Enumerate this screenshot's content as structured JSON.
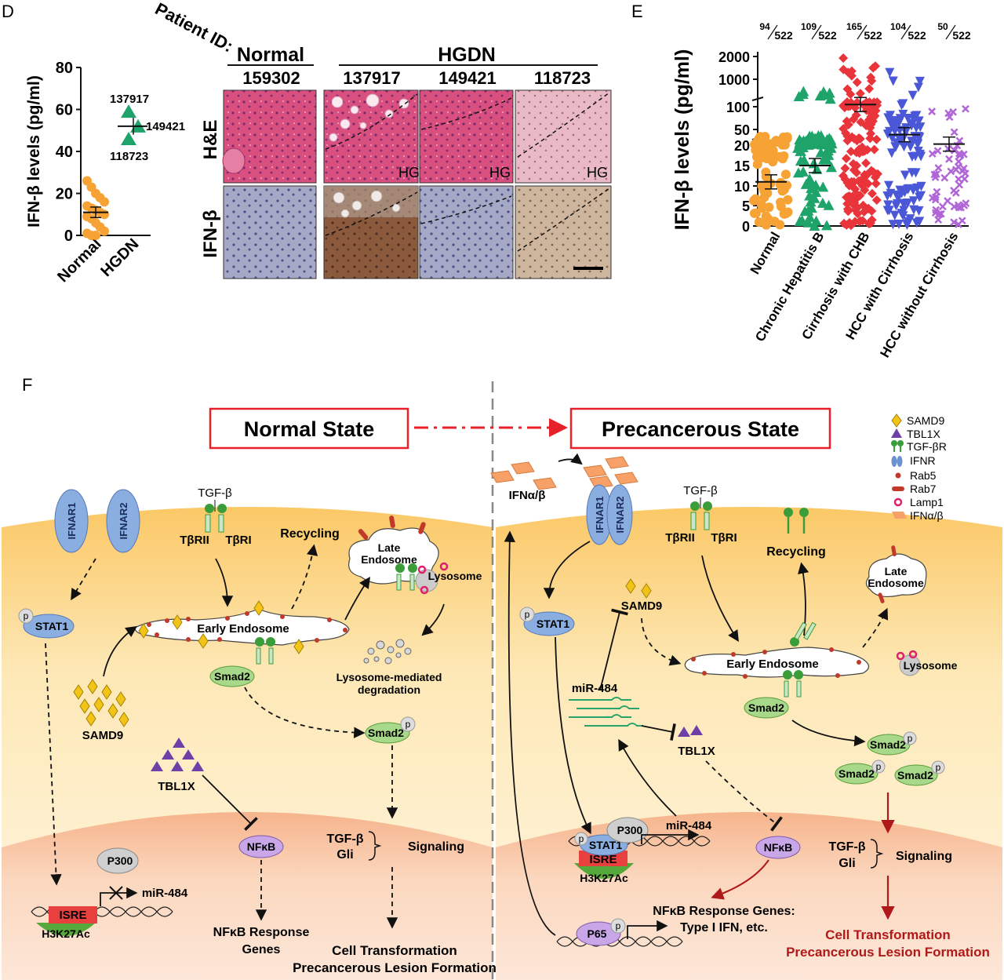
{
  "panel_d": {
    "label": "D",
    "chart_data": {
      "type": "scatter",
      "title": "",
      "xlabel": "",
      "ylabel": "IFN-β levels (pg/ml)",
      "ylim": [
        0,
        80
      ],
      "yticks": [
        0,
        20,
        40,
        60,
        80
      ],
      "categories": [
        "Normal",
        "HGDN"
      ],
      "series": [
        {
          "category": "Normal",
          "color": "#f7a234",
          "marker": "circle",
          "values": [
            26,
            23,
            20,
            18,
            16,
            14,
            13,
            12,
            11,
            10,
            9,
            8,
            6,
            4,
            2,
            1,
            0,
            0
          ],
          "mean": 11,
          "sem": 2.5
        },
        {
          "category": "HGDN",
          "color": "#1ea36a",
          "marker": "triangle",
          "values": [
            59,
            52,
            46
          ],
          "point_labels": [
            "137917",
            "149421",
            "118723"
          ],
          "mean": 52,
          "sem": 4
        }
      ]
    }
  },
  "histology": {
    "corner_label": "Patient ID:",
    "group_normal": "Normal",
    "group_hgdn": "HGDN",
    "patient_ids": [
      "159302",
      "137917",
      "149421",
      "118723"
    ],
    "row_labels": [
      "H&E",
      "IFN-β"
    ],
    "region_label": "HG",
    "colors": {
      "he": "#d4507e",
      "he_light": "#e8b8c3",
      "ihc_blue": "#8a8fb5",
      "ihc_brown": "#8a5a3a",
      "ihc_tan": "#c4ab94"
    }
  },
  "panel_e": {
    "label": "E",
    "chart_data": {
      "type": "scatter",
      "title": "",
      "xlabel": "",
      "ylabel": "IFN-β levels (pg/ml)",
      "y_scale": "segmented",
      "ytick_labels": [
        "0",
        "5",
        "10",
        "15",
        "20",
        "50",
        "100",
        "1000",
        "2000"
      ],
      "categories": [
        "Normal",
        "Chronic Hepatitis B",
        "Cirrhosis with CHB",
        "HCC with Cirrhosis",
        "HCC without Cirrhosis"
      ],
      "fractions": [
        {
          "numerator": "94",
          "denominator": "522"
        },
        {
          "numerator": "109",
          "denominator": "522"
        },
        {
          "numerator": "165",
          "denominator": "522"
        },
        {
          "numerator": "104",
          "denominator": "522"
        },
        {
          "numerator": "50",
          "denominator": "522"
        }
      ],
      "series": [
        {
          "name": "Normal",
          "color": "#f7a234",
          "marker": "circle",
          "mean": 11
        },
        {
          "name": "Chronic Hepatitis B",
          "color": "#1ea36a",
          "marker": "triangle",
          "mean": 15
        },
        {
          "name": "Cirrhosis with CHB",
          "color": "#e8343a",
          "marker": "diamond",
          "mean": 120
        },
        {
          "name": "HCC with Cirrhosis",
          "color": "#4a57d6",
          "marker": "triangle-down",
          "mean": 40
        },
        {
          "name": "HCC without Cirrhosis",
          "color": "#b066d6",
          "marker": "x",
          "mean": 22
        }
      ]
    }
  },
  "panel_f": {
    "label": "F",
    "normal_title": "Normal State",
    "precancer_title": "Precancerous State",
    "legend": [
      {
        "label": "SAMD9",
        "icon": "yellow-diamond-icon"
      },
      {
        "label": "TBL1X",
        "icon": "purple-triangle-icon"
      },
      {
        "label": "TGF-βR",
        "icon": "tgf-receptor-icon"
      },
      {
        "label": "IFNR",
        "icon": "ifn-receptor-icon"
      },
      {
        "label": "Rab5",
        "icon": "red-dot-icon"
      },
      {
        "label": "Rab7",
        "icon": "red-capsule-icon"
      },
      {
        "label": "Lamp1",
        "icon": "pink-ring-icon"
      },
      {
        "label": "IFNα/β",
        "icon": "orange-ligand-icon"
      }
    ],
    "left": {
      "ifnar1": "IFNAR1",
      "ifnar2": "IFNAR2",
      "tgfb": "TGF-β",
      "tbrii": "TβRII",
      "tbri": "TβRI",
      "recycling": "Recycling",
      "late_endosome_1": "Late",
      "late_endosome_2": "Endosome",
      "lysosome": "Lysosome",
      "early_endosome": "Early Endosome",
      "lysosome_deg_1": "Lysosome-mediated",
      "lysosome_deg_2": "degradation",
      "stat1": "STAT1",
      "p": "p",
      "smad2": "Smad2",
      "smad2p": "Smad2",
      "samd9": "SAMD9",
      "tbl1x": "TBL1X",
      "nfkb": "NFκB",
      "tgfb_sig": "TGF-β",
      "gli": "Gli",
      "signaling": "Signaling",
      "p300": "P300",
      "isre": "ISRE",
      "h3k27ac": "H3K27Ac",
      "mir484": "miR-484",
      "nfkb_resp_1": "NFκB Response",
      "nfkb_resp_2": "Genes",
      "cell_trans": "Cell Transformation",
      "precancer": "Precancerous Lesion Formation"
    },
    "right": {
      "ifnab": "IFNα/β",
      "ifnar1": "IFNAR1",
      "ifnar2": "IFNAR2",
      "tgfb": "TGF-β",
      "tbrii": "TβRII",
      "tbri": "TβRI",
      "recycling": "Recycling",
      "late_endosome_1": "Late",
      "late_endosome_2": "Endosome",
      "lysosome": "Lysosome",
      "samd9": "SAMD9",
      "stat1": "STAT1",
      "p": "p",
      "mir484": "miR-484",
      "early_endosome": "Early Endosome",
      "smad2": "Smad2",
      "tbl1x": "TBL1X",
      "p300": "P300",
      "isre": "ISRE",
      "h3k27ac": "H3K27Ac",
      "mir484_gene": "miR-484",
      "nfkb": "NFκB",
      "tgfb_sig": "TGF-β",
      "gli": "Gli",
      "signaling": "Signaling",
      "p65": "P65",
      "nfkb_resp_1": "NFκB Response Genes:",
      "nfkb_resp_2": "Type I IFN, etc.",
      "cell_trans": "Cell Transformation",
      "precancer": "Precancerous Lesion Formation"
    }
  }
}
